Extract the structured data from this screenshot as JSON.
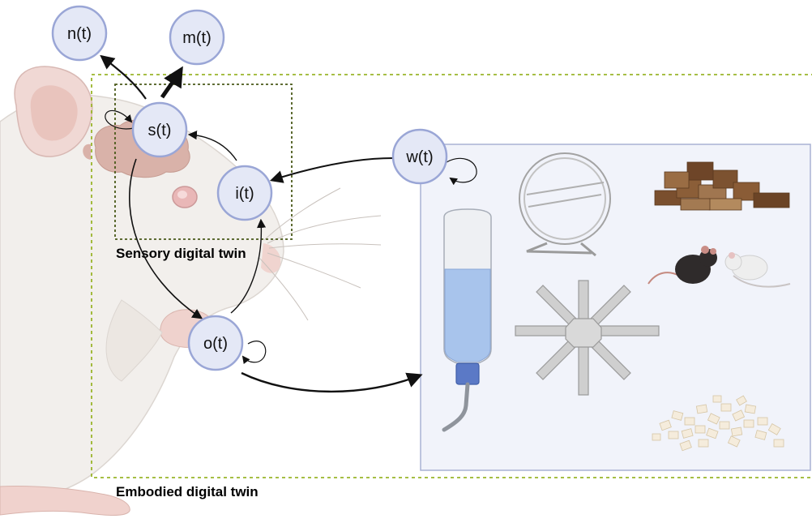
{
  "nodes": {
    "n": "n(t)",
    "m": "m(t)",
    "s": "s(t)",
    "i": "i(t)",
    "o": "o(t)",
    "w": "w(t)"
  },
  "labels": {
    "sensory": "Sensory digital twin",
    "embodied": "Embodied digital twin"
  },
  "colors": {
    "node_fill": "#e4e8f6",
    "node_stroke": "#9aa6d6",
    "environment_fill": "#f1f3fa",
    "environment_stroke": "#a9b2d4",
    "embodied_dash": "#9ab52a",
    "sensory_dash": "#4a5a1a",
    "rat_body": "#f2efec",
    "brain": "#d9b2a9"
  },
  "icons": {
    "environment": [
      "water-bottle-icon",
      "running-wheel-icon",
      "wood-blocks-icon",
      "mice-icon",
      "radial-maze-icon",
      "bedding-icon"
    ]
  }
}
